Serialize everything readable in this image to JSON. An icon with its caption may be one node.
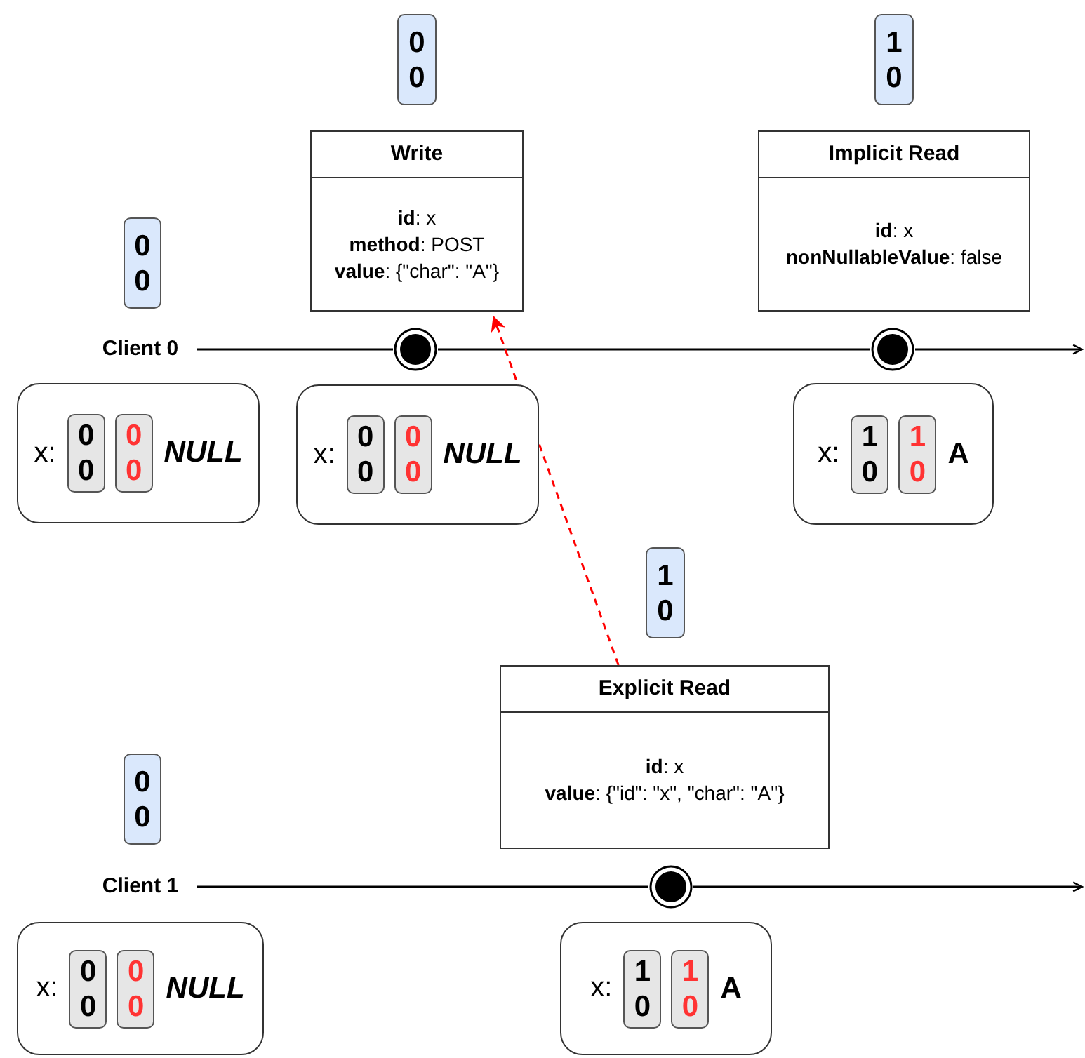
{
  "diagram": {
    "nodes": [
      {
        "text": [
          "0",
          "0"
        ]
      },
      {
        "text": [
          "1",
          "0"
        ]
      },
      {
        "text": [
          "Write",
          "**id**: x",
          "**method**: POST",
          "**value**: {\"char\": \"A\"}"
        ]
      },
      {
        "text": [
          "Implicit Read",
          "**id**: x",
          "**nonNullableValue**: false"
        ]
      },
      {
        "text": [
          "0",
          "0"
        ]
      },
      {
        "text": [
          "Client 0"
        ]
      },
      {
        "text": [],
        "shape": "circle"
      },
      {
        "text": [],
        "shape": "circle"
      },
      {
        "text": [
          "x:",
          "NULL"
        ]
      },
      {
        "text": [
          "0",
          "0"
        ],
        "in": 8
      },
      {
        "text": [
          "0",
          "0"
        ],
        "in": 8
      },
      {
        "text": [
          "x:",
          "NULL"
        ]
      },
      {
        "text": [
          "0",
          "0"
        ],
        "in": 11
      },
      {
        "text": [
          "0",
          "0"
        ],
        "in": 11
      },
      {
        "text": [
          "x:",
          "A"
        ]
      },
      {
        "text": [
          "1",
          "0"
        ],
        "in": 14
      },
      {
        "text": [
          "1",
          "0"
        ],
        "in": 14
      },
      {
        "text": [
          "1",
          "0"
        ]
      },
      {
        "text": [
          "Explicit Read",
          "**id**: x",
          "**value**: {\"id\": \"x\", \"char\": \"A\"}"
        ]
      },
      {
        "text": [
          "0",
          "0"
        ]
      },
      {
        "text": [
          "Client 1"
        ]
      },
      {
        "text": [],
        "shape": "circle"
      },
      {
        "text": [
          "x:",
          "NULL"
        ]
      },
      {
        "text": [
          "0",
          "0"
        ],
        "in": 22
      },
      {
        "text": [
          "0",
          "0"
        ],
        "in": 22
      },
      {
        "text": [
          "x:",
          "A"
        ]
      },
      {
        "text": [
          "1",
          "0"
        ],
        "in": 25
      },
      {
        "text": [
          "1",
          "0"
        ],
        "in": 25
      }
    ],
    "edges": [
      {
        "from": 5,
        "to": 6,
        "arrow": "none"
      },
      {
        "from": 6,
        "to": 7,
        "arrow": "none"
      },
      {
        "from": 7,
        "to": null,
        "arrow": "to"
      },
      {
        "from": 20,
        "to": 21,
        "arrow": "none"
      },
      {
        "from": 21,
        "to": null,
        "arrow": "to"
      },
      {
        "from": 18,
        "to": 2,
        "arrow": "to",
        "style": "dashed",
        "color": "#ff0000"
      }
    ]
  }
}
